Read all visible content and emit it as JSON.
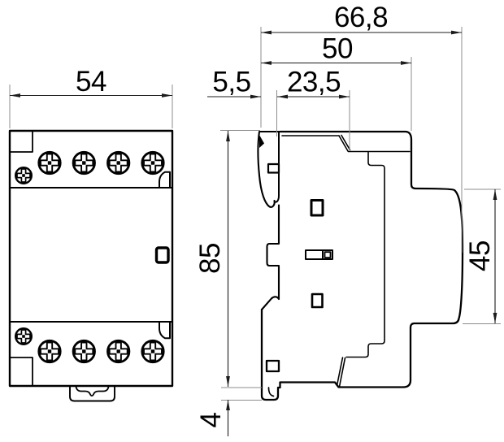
{
  "dims": {
    "front_width": {
      "label": "54"
    },
    "overall_depth": {
      "label": "66,8"
    },
    "body_depth": {
      "label": "50"
    },
    "rail_offset": {
      "label": "5,5"
    },
    "front_depth": {
      "label": "23,5"
    },
    "height": {
      "label": "85"
    },
    "rear_height": {
      "label": "45"
    },
    "clip_protrusion": {
      "label": "4"
    }
  },
  "colors": {
    "background": "#ffffff",
    "outline": "#000000",
    "dimension": "#1c1c1c",
    "extension": "#8c8c8c"
  }
}
